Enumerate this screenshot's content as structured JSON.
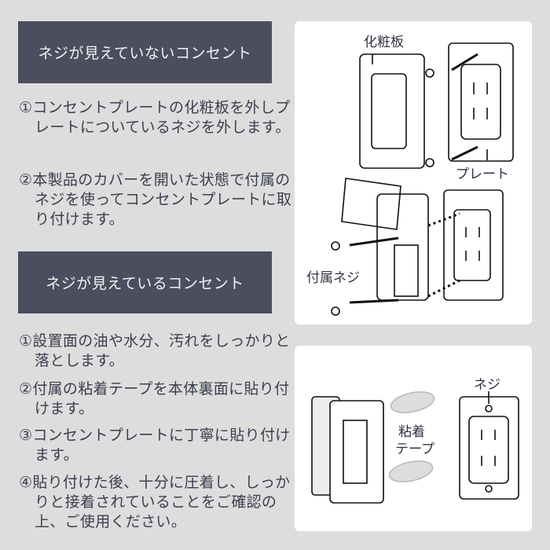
{
  "section1": {
    "title": "ネジが見えていないコンセント",
    "steps": [
      "①コンセントプレートの化粧板を外しプレートについているネジを外します。",
      "②本製品のカバーを開いた状態で付属のネジを使ってコンセントプレートに取り付けます。"
    ]
  },
  "section2": {
    "title": "ネジが見えているコンセント",
    "steps": [
      "①設置面の油や水分、汚れをしっかりと落とします。",
      "②付属の粘着テープを本体裏面に貼り付けます。",
      "③コンセントプレートに丁寧に貼り付けます。",
      "④貼り付けた後、十分に圧着し、しっかりと接着されていることをご確認の上、ご使用ください。"
    ]
  },
  "diagram1": {
    "label_cover": "化粧板",
    "label_plate": "プレート",
    "label_screws": "付属ネジ"
  },
  "diagram2": {
    "label_screw": "ネジ",
    "label_tape_1": "粘着",
    "label_tape_2": "テープ"
  }
}
